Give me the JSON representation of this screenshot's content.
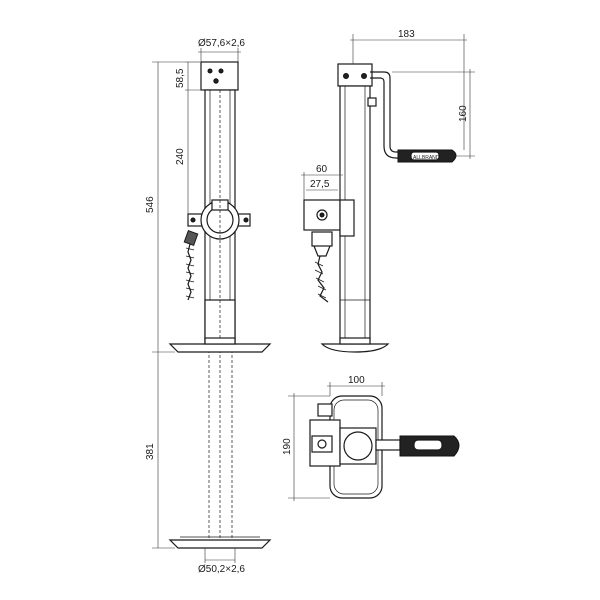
{
  "dimensions": {
    "top_diameter": "Ø57,6×2,6",
    "bottom_diameter": "Ø50,2×2,6",
    "top_cap_height": "58,5",
    "upper_height": "240",
    "total_height": "546",
    "lower_height": "381",
    "handle_width": "183",
    "handle_height": "160",
    "clamp_width": "60",
    "clamp_inner": "27,5",
    "plan_width": "100",
    "plan_height": "190"
  },
  "handle_brand": "ALLBRAND"
}
